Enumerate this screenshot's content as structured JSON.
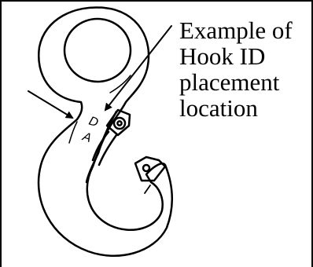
{
  "caption": {
    "lines": [
      "Example of",
      "Hook ID",
      "placement",
      "location"
    ]
  },
  "hook_marking": {
    "letter_1": "D",
    "letter_2": "A"
  },
  "colors": {
    "ink": "#000000",
    "background": "#ffffff"
  }
}
